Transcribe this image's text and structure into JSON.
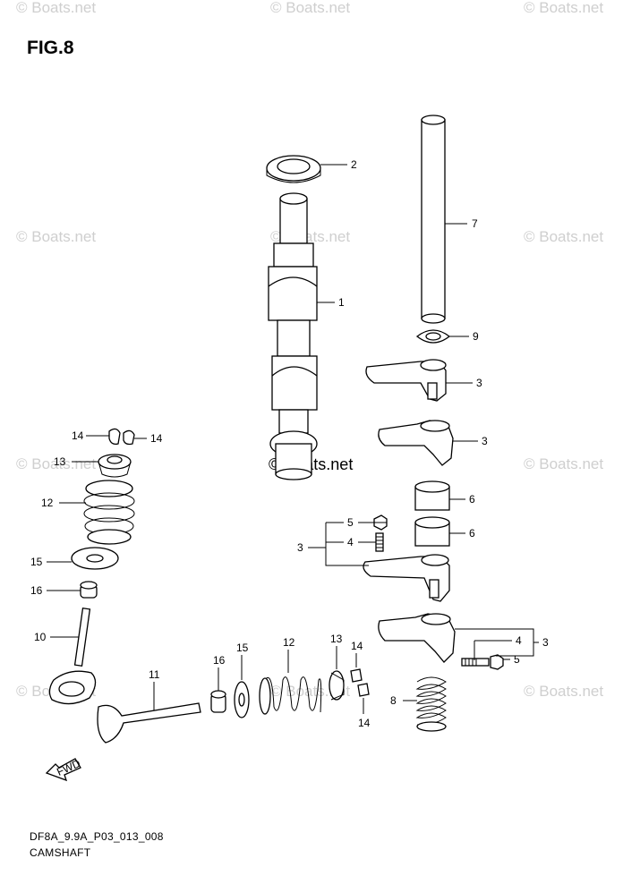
{
  "figure_title": "FIG.8",
  "diagram_code": "DF8A_9.9A_P03_013_008",
  "caption": "CAMSHAFT",
  "watermark": "© Boats.net",
  "fwd_label": "FWD",
  "callouts": {
    "c1": "1",
    "c2": "2",
    "c7": "7",
    "c9": "9",
    "c3a": "3",
    "c3b": "3",
    "c3c": "3",
    "c3d": "3",
    "c6a": "6",
    "c6b": "6",
    "c5a": "5",
    "c5b": "5",
    "c4a": "4",
    "c4b": "4",
    "c8": "8",
    "c14a": "14",
    "c14b": "14",
    "c14c": "14",
    "c14d": "14",
    "c13a": "13",
    "c13b": "13",
    "c12a": "12",
    "c12b": "12",
    "c15a": "15",
    "c15b": "15",
    "c16a": "16",
    "c16b": "16",
    "c10": "10",
    "c11": "11"
  }
}
